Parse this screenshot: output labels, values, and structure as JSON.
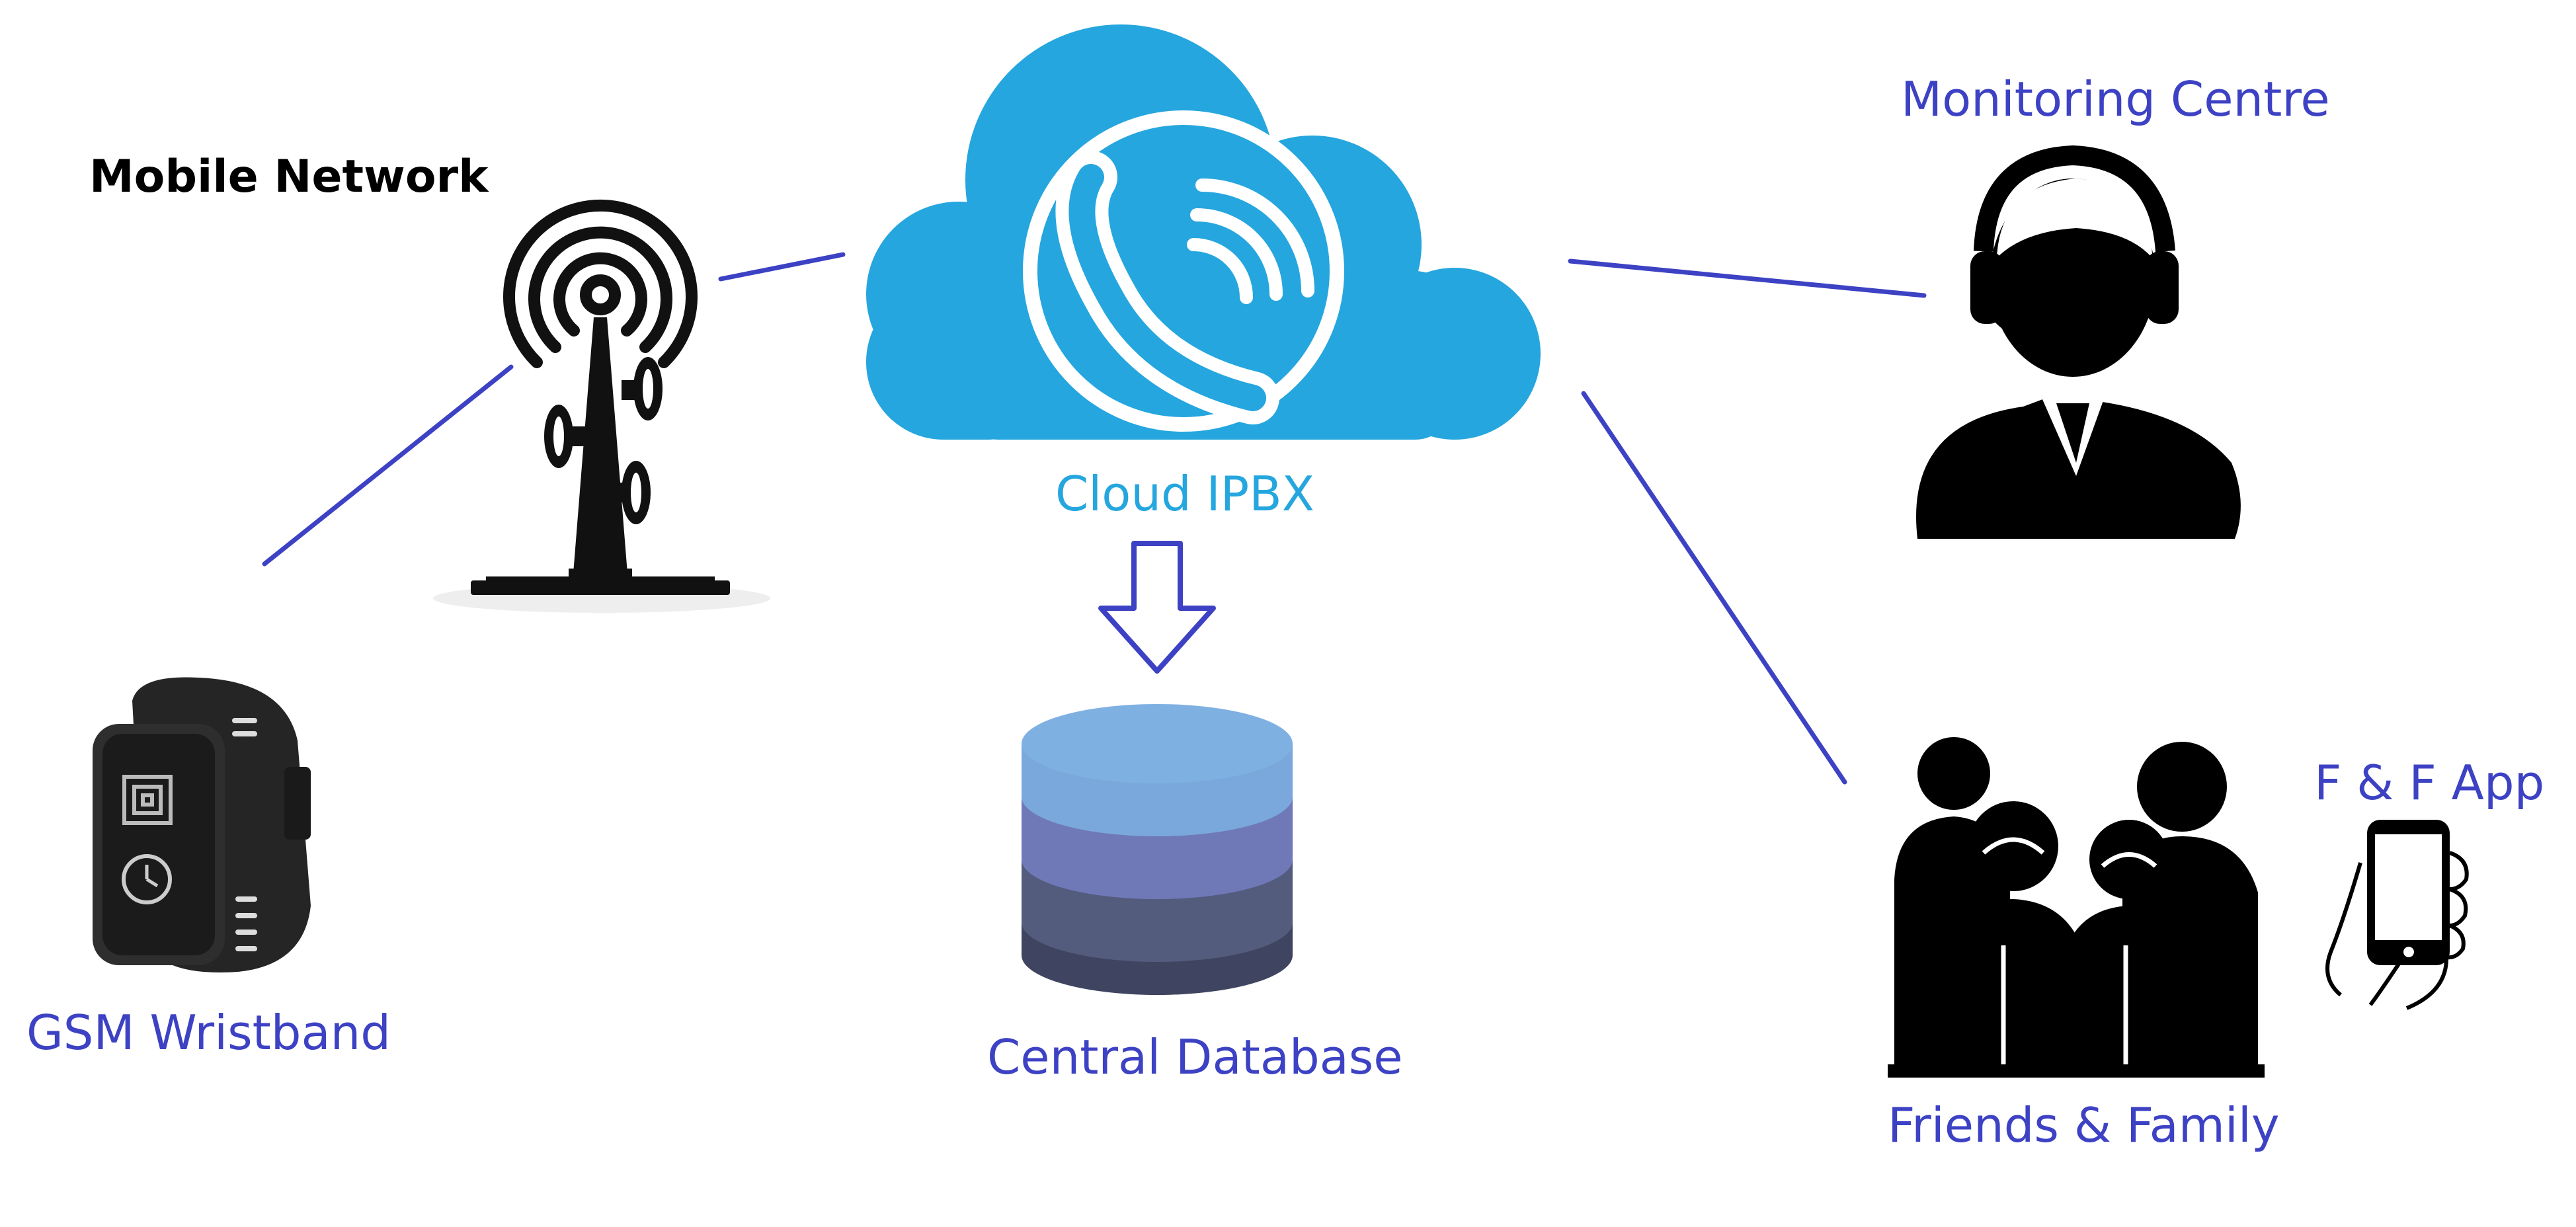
{
  "labels": {
    "mobile_network": "Mobile Network",
    "cloud_ipbx": "Cloud IPBX",
    "monitoring_centre": "Monitoring Centre",
    "gsm_wristband": "GSM Wristband",
    "central_database": "Central Database",
    "friends_family": "Friends & Family",
    "ff_app": "F & F App"
  },
  "colors": {
    "connector": "#3d42c4",
    "cloud": "#25a6de",
    "db_top": "#7aa8dc",
    "db_mid": "#7079b8",
    "db_low": "#545c7e",
    "db_bottom": "#3f4560"
  },
  "icons": [
    "cell-tower-icon",
    "cloud-phone-icon",
    "operator-headset-icon",
    "wristband-icon",
    "database-icon",
    "family-group-icon",
    "smartphone-hand-icon",
    "down-arrow-icon"
  ]
}
